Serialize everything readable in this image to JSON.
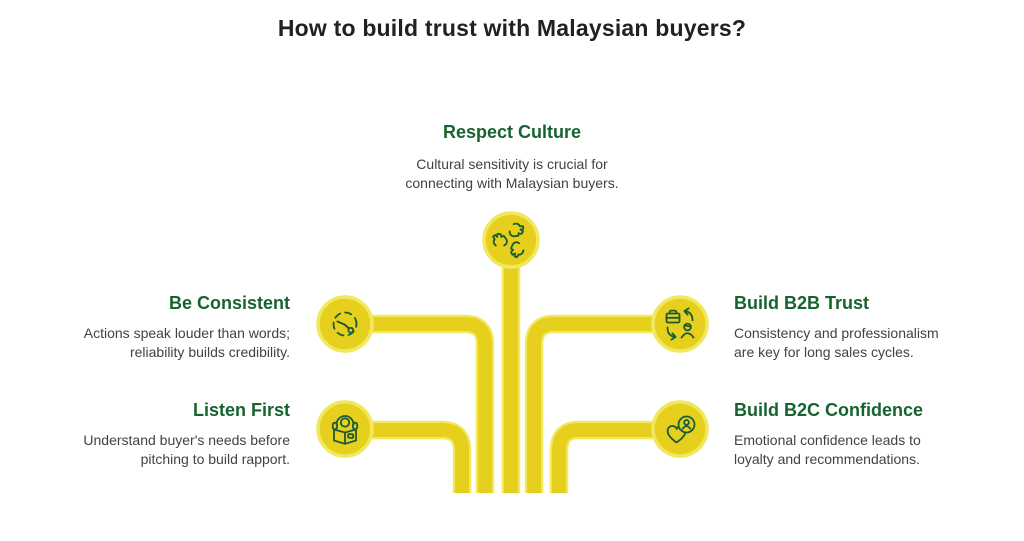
{
  "title": "How to build trust with Malaysian buyers?",
  "colors": {
    "background": "#ffffff",
    "line_yellow": "#e7d01d",
    "line_yellow_light": "#f2e85f",
    "heading_green": "#17632f",
    "icon_green": "#1b5b33",
    "title_color": "#202124",
    "body_color": "#3e4347"
  },
  "nodes": [
    {
      "heading": "Respect Culture",
      "line1": "Cultural sensitivity is crucial for",
      "line2": "connecting with Malaysian buyers.",
      "icon": "hands-together-icon",
      "position": "top-center"
    },
    {
      "heading": "Be Consistent",
      "line1": "Actions speak louder than words;",
      "line2": "reliability builds credibility.",
      "icon": "dashed-clock-icon",
      "position": "left-upper"
    },
    {
      "heading": "Listen First",
      "line1": "Understand buyer's needs before",
      "line2": "pitching to build rapport.",
      "icon": "headphones-book-icon",
      "position": "left-lower"
    },
    {
      "heading": "Build B2B Trust",
      "line1": "Consistency and professionalism",
      "line2": "are key for long sales cycles.",
      "icon": "briefcase-person-exchange-icon",
      "position": "right-upper"
    },
    {
      "heading": "Build B2C Confidence",
      "line1": "Emotional confidence leads to",
      "line2": "loyalty and recommendations.",
      "icon": "heart-customer-icon",
      "position": "right-lower"
    }
  ]
}
